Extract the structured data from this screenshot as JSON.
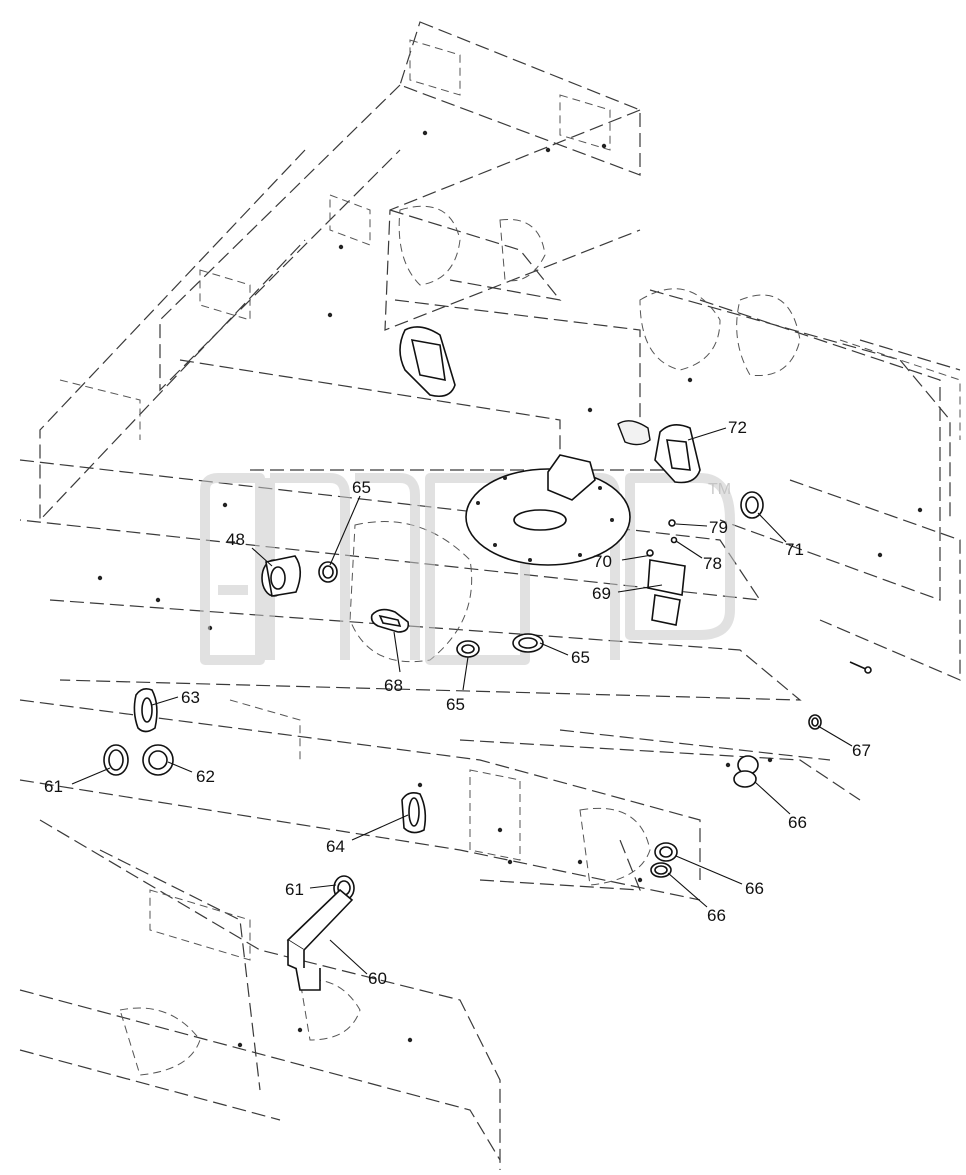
{
  "diagram": {
    "watermark_mark": "TM",
    "labels": {
      "l48": "48",
      "l60": "60",
      "l61a": "61",
      "l61b": "61",
      "l62": "62",
      "l63": "63",
      "l64": "64",
      "l65a": "65",
      "l65b": "65",
      "l65c": "65",
      "l66a": "66",
      "l66b": "66",
      "l66c": "66",
      "l67": "67",
      "l68": "68",
      "l69": "69",
      "l70": "70",
      "l71": "71",
      "l72": "72",
      "l78": "78",
      "l79": "79"
    }
  }
}
